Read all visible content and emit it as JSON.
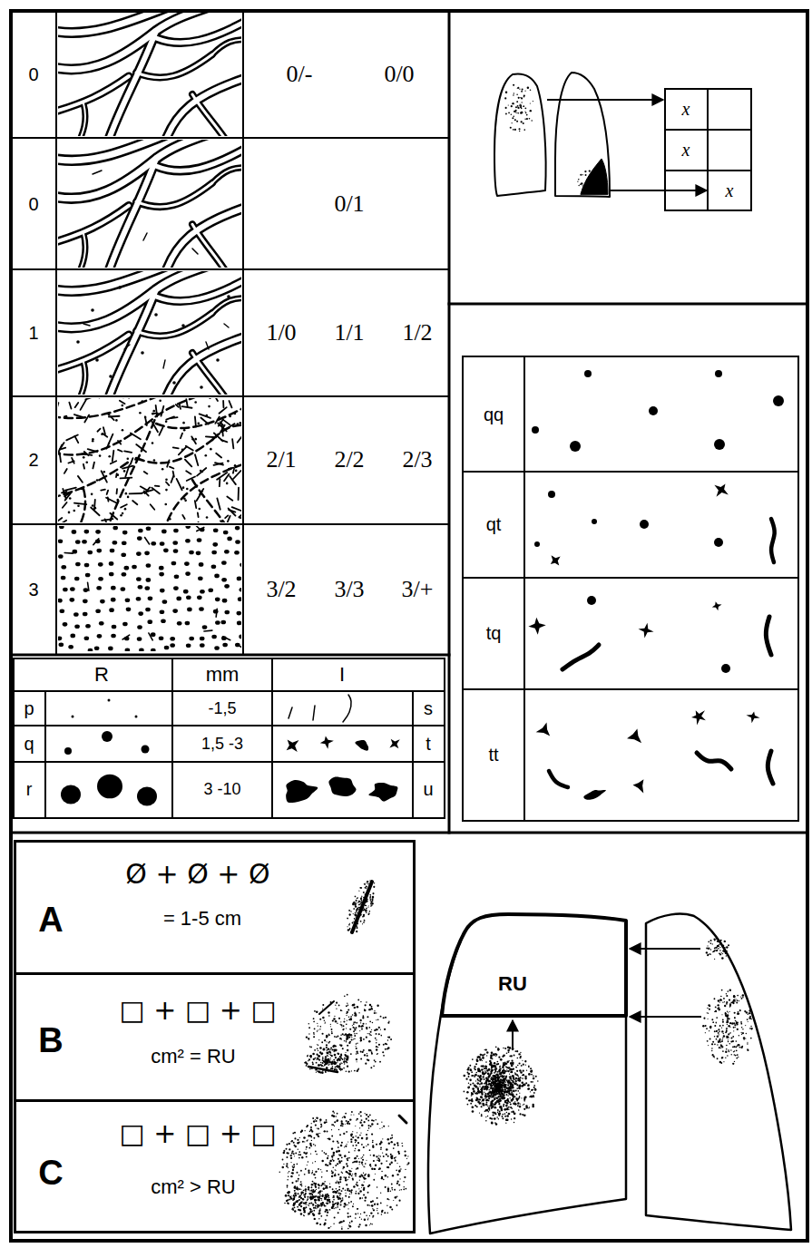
{
  "diagram": {
    "nodes": [
      {
        "text": [
          "A",
          "Ø + Ø + Ø",
          "= 1-5 cm"
        ]
      },
      {
        "text": [
          "B",
          "□ + □ + □",
          "cm² = RU"
        ]
      },
      {
        "text": [
          "C",
          "□ + □ + □",
          "cm² > RU"
        ]
      }
    ],
    "labels": [
      "0",
      "0/-",
      "0/0",
      "0",
      "0/1",
      "1",
      "1/0",
      "1/1",
      "1/2",
      "2",
      "2/1",
      "2/2",
      "2/3",
      "3",
      "3/2",
      "3/3",
      "3/+",
      "R",
      "mm",
      "I",
      "p",
      "-1,5",
      "s",
      "q",
      "1,5 -3",
      "t",
      "r",
      "3 -10",
      "u",
      "x",
      "x",
      "x",
      "qq",
      "qt",
      "tq",
      "tt",
      "RU"
    ]
  }
}
